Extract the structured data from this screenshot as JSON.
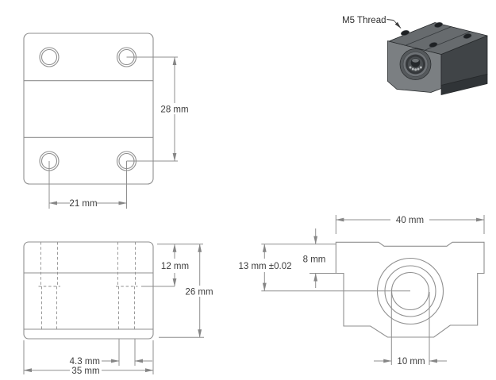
{
  "drawing": {
    "callout": {
      "label": "M5 Thread"
    },
    "top_view": {
      "dim_hole_spacing_vertical": "28 mm",
      "dim_hole_spacing_horizontal": "21 mm"
    },
    "side_view": {
      "dim_thread_depth": "12 mm",
      "dim_body_height": "26 mm",
      "dim_hole_diameter": "4.3 mm",
      "dim_body_width": "35 mm"
    },
    "front_view": {
      "dim_body_width": "40 mm",
      "dim_flange_height": "8 mm",
      "dim_center_height": "13 mm ±0.02",
      "dim_bore_diameter": "10 mm"
    },
    "colors": {
      "drawing_line": "#8f8f8f",
      "dimension_text": "#3d3d3d",
      "render_top_face": "#676b6e",
      "render_front_face": "#7b7f82",
      "render_side_face": "#404447"
    }
  }
}
